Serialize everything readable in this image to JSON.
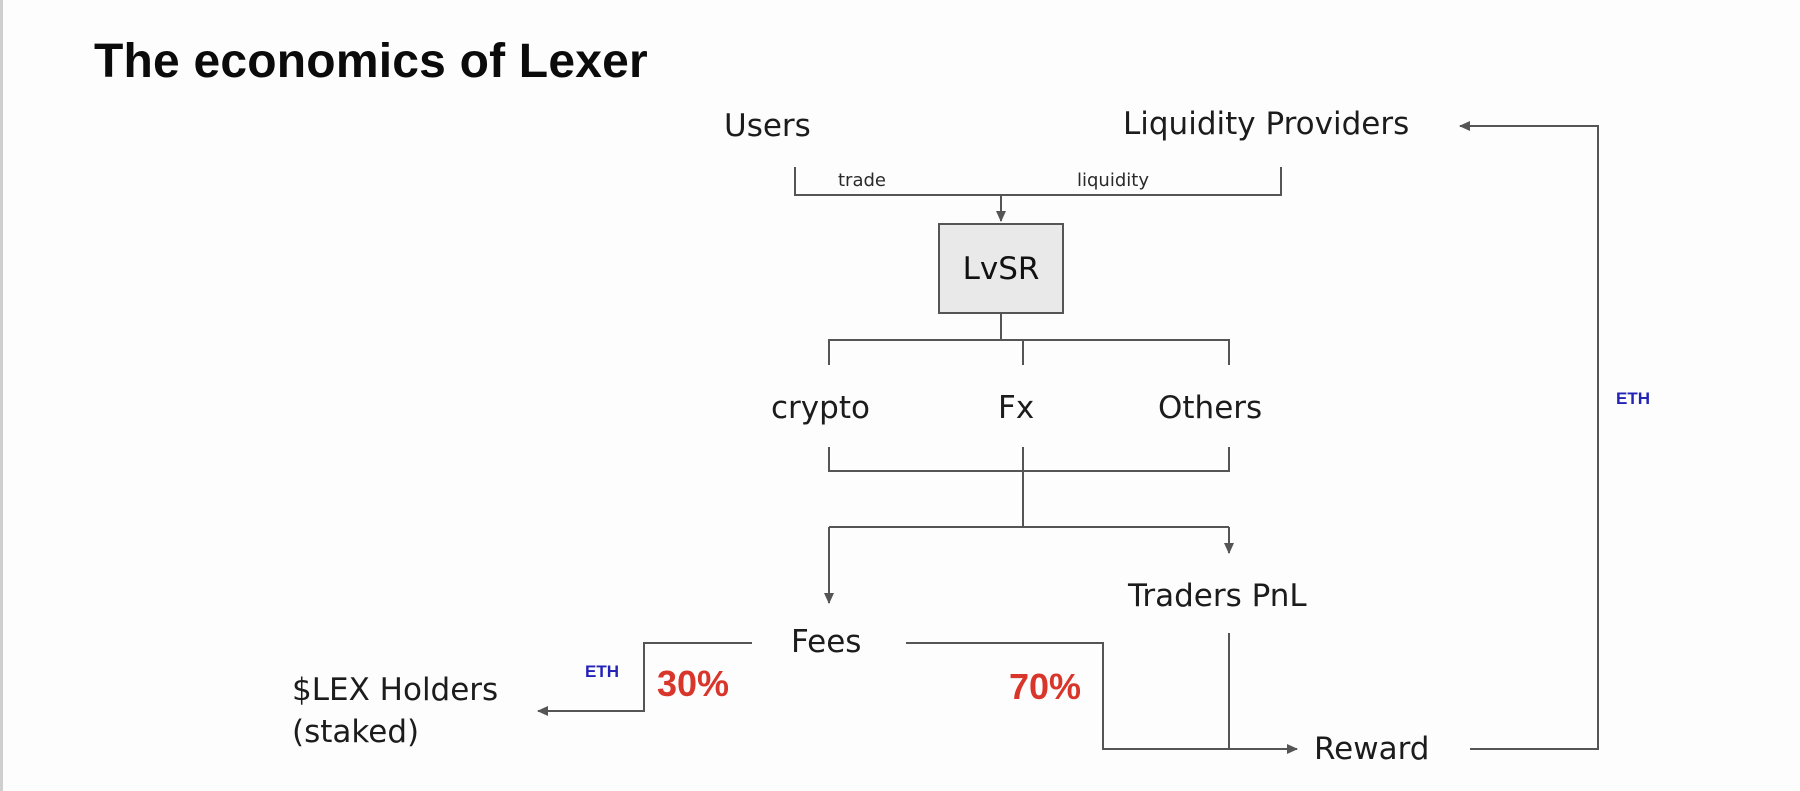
{
  "title": "The economics of Lexer",
  "nodes": {
    "users": "Users",
    "liquidity_providers": "Liquidity Providers",
    "lvsr": "LvSR",
    "crypto": "crypto",
    "fx": "Fx",
    "others": "Others",
    "traders_pnl": "Traders PnL",
    "fees": "Fees",
    "lex_holders_line1": "$LEX Holders",
    "lex_holders_line2": "(staked)",
    "reward": "Reward"
  },
  "edge_labels": {
    "trade": "trade",
    "liquidity": "liquidity",
    "eth_right": "ETH",
    "eth_left": "ETH",
    "pct_30": "30%",
    "pct_70": "70%"
  },
  "colors": {
    "line": "#555555",
    "eth": "#2323b8",
    "percent": "#d9362b",
    "box_fill": "#e9e9e9"
  }
}
